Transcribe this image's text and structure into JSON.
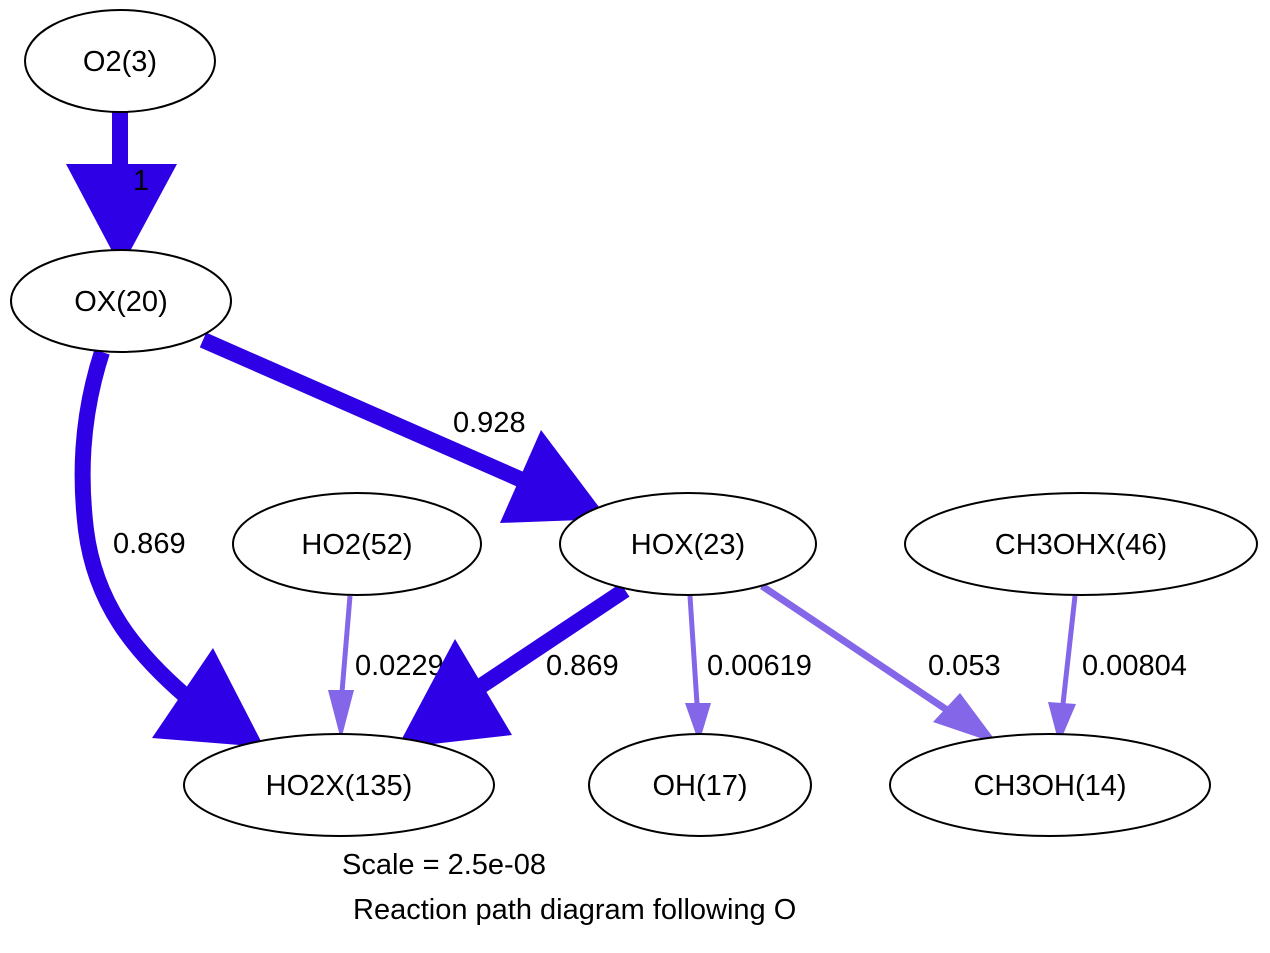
{
  "colors": {
    "strong": "#2e00e6",
    "weak": "#8466e8"
  },
  "nodes": {
    "o2": "O2(3)",
    "ox": "OX(20)",
    "hox": "HOX(23)",
    "ho2": "HO2(52)",
    "ch3ohx": "CH3OHX(46)",
    "ho2x": "HO2X(135)",
    "oh": "OH(17)",
    "ch3oh": "CH3OH(14)"
  },
  "edges": [
    {
      "from": "O2(3)",
      "to": "OX(20)",
      "label": "1",
      "color": "strong"
    },
    {
      "from": "OX(20)",
      "to": "HOX(23)",
      "label": "0.928",
      "color": "strong"
    },
    {
      "from": "OX(20)",
      "to": "HO2X(135)",
      "label": "0.869",
      "color": "strong"
    },
    {
      "from": "HO2(52)",
      "to": "HO2X(135)",
      "label": "0.0229",
      "color": "weak"
    },
    {
      "from": "HOX(23)",
      "to": "HO2X(135)",
      "label": "0.869",
      "color": "strong"
    },
    {
      "from": "HOX(23)",
      "to": "OH(17)",
      "label": "0.00619",
      "color": "weak"
    },
    {
      "from": "HOX(23)",
      "to": "CH3OH(14)",
      "label": "0.053",
      "color": "weak"
    },
    {
      "from": "CH3OHX(46)",
      "to": "CH3OH(14)",
      "label": "0.00804",
      "color": "weak"
    }
  ],
  "caption": {
    "scale": "Scale = 2.5e-08",
    "title": "Reaction path diagram following O"
  }
}
